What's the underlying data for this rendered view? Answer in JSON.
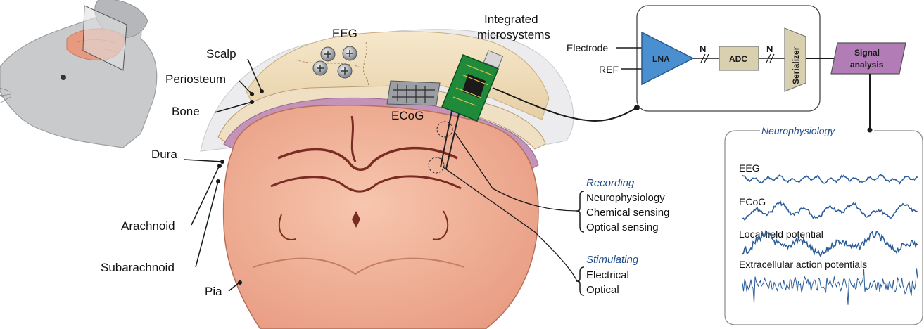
{
  "anatomy_labels": {
    "scalp": "Scalp",
    "periosteum": "Periosteum",
    "bone": "Bone",
    "dura": "Dura",
    "arachnoid": "Arachnoid",
    "subarachnoid": "Subarachnoid",
    "pia": "Pia"
  },
  "device_labels": {
    "eeg": "EEG",
    "ecog": "ECoG",
    "integrated_line1": "Integrated",
    "integrated_line2": "microsystems"
  },
  "signal_chain": {
    "electrode": "Electrode",
    "ref": "REF",
    "lna": "LNA",
    "n1": "N",
    "adc": "ADC",
    "n2": "N",
    "serializer": "Serializer",
    "signal_line1": "Signal",
    "signal_line2": "analysis"
  },
  "modalities": {
    "recording_title": "Recording",
    "recording_items": [
      "Neurophysiology",
      "Chemical sensing",
      "Optical sensing"
    ],
    "stimulating_title": "Stimulating",
    "stimulating_items": [
      "Electrical",
      "Optical"
    ]
  },
  "neurophysiology": {
    "title": "Neurophysiology",
    "traces": [
      "EEG",
      "ECoG",
      "Local field potential",
      "Extracellular action potentials"
    ]
  },
  "colors": {
    "lna_fill": "#4a8fd0",
    "block_fill": "#d9d0b0",
    "signal_fill": "#b27cb6",
    "trace": "#2a5d9a",
    "brain": "#f2b49a",
    "brain_dark": "#7a2c22",
    "skull": "#f0dcb8"
  }
}
